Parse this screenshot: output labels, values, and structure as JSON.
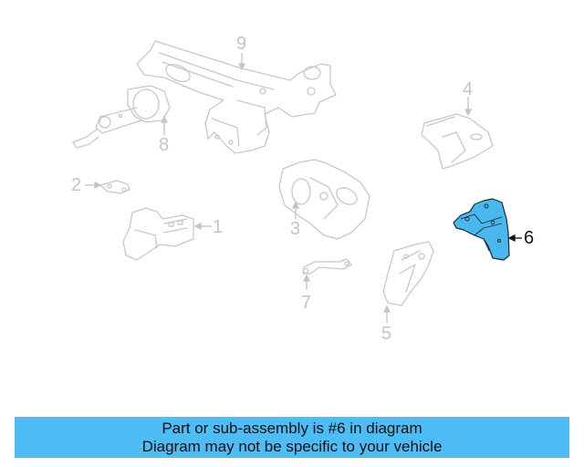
{
  "diagram": {
    "highlight_color": "#4ab8ef",
    "inactive_color": "#c8c8c8",
    "callouts": [
      {
        "number": "1",
        "label": "1",
        "active": false
      },
      {
        "number": "2",
        "label": "2",
        "active": false
      },
      {
        "number": "3",
        "label": "3",
        "active": false
      },
      {
        "number": "4",
        "label": "4",
        "active": false
      },
      {
        "number": "5",
        "label": "5",
        "active": false
      },
      {
        "number": "6",
        "label": "6",
        "active": true
      },
      {
        "number": "7",
        "label": "7",
        "active": false
      },
      {
        "number": "8",
        "label": "8",
        "active": false
      },
      {
        "number": "9",
        "label": "9",
        "active": false
      }
    ]
  },
  "banner": {
    "background": "#4fbdf5",
    "line1": "Part or sub-assembly is #6 in diagram",
    "line2": "Diagram may not be specific to your vehicle"
  }
}
